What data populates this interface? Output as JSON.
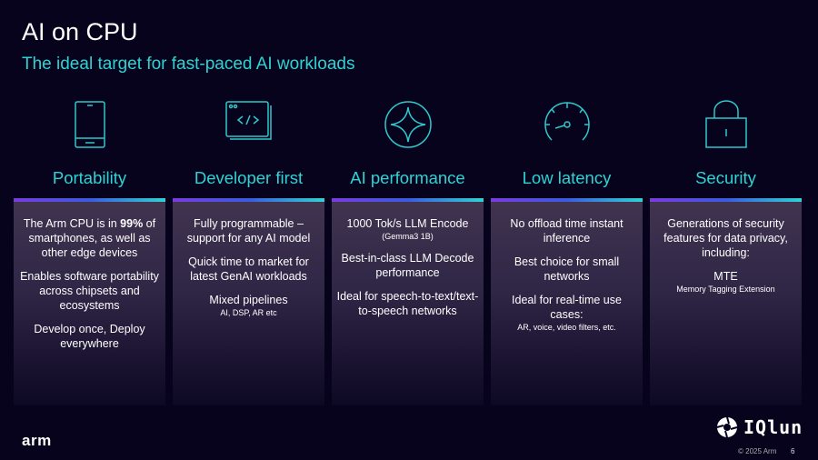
{
  "title": "AI on CPU",
  "subtitle": "The ideal target for fast-paced AI workloads",
  "columns": [
    {
      "icon": "smartphone-icon",
      "title": "Portability",
      "paragraphs": [
        {
          "pre": "The Arm CPU is in ",
          "bold": "99%",
          "post": " of smartphones, as well as other edge devices"
        },
        {
          "main": "Enables software portability across chipsets and ecosystems"
        },
        {
          "main": "Develop once, Deploy everywhere"
        }
      ]
    },
    {
      "icon": "code-window-icon",
      "title": "Developer first",
      "paragraphs": [
        {
          "main": "Fully programmable – support for any AI model"
        },
        {
          "main": "Quick time to market for latest GenAI workloads"
        },
        {
          "main": "Mixed pipelines",
          "sub": "AI, DSP, AR etc"
        }
      ]
    },
    {
      "icon": "sparkle-icon",
      "title": "AI performance",
      "paragraphs": [
        {
          "main": "1000 Tok/s LLM Encode",
          "sub": "(Gemma3 1B)"
        },
        {
          "main": "Best-in-class LLM Decode performance"
        },
        {
          "main": "Ideal for speech-to-text/text-to-speech networks"
        }
      ]
    },
    {
      "icon": "speedometer-icon",
      "title": "Low latency",
      "paragraphs": [
        {
          "main": "No offload time instant inference"
        },
        {
          "main": "Best choice for small networks"
        },
        {
          "main": "Ideal for real-time use cases:",
          "sub": "AR, voice, video filters, etc."
        }
      ]
    },
    {
      "icon": "lock-icon",
      "title": "Security",
      "paragraphs": [
        {
          "main": "Generations of security features for data privacy, including:"
        },
        {
          "main": "MTE",
          "sub": "Memory Tagging Extension"
        }
      ]
    }
  ],
  "footer": {
    "logo": "arm",
    "brand": "IQlun",
    "copyright": "© 2025 Arm",
    "page": "6"
  }
}
